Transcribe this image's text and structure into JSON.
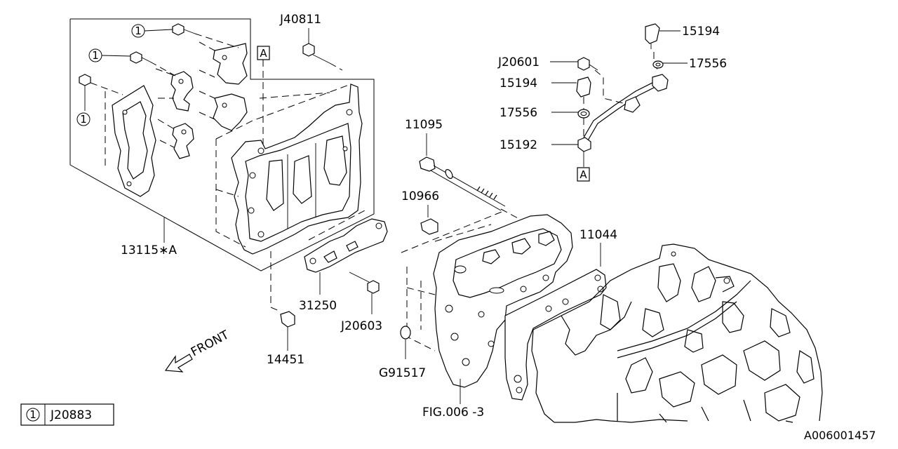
{
  "callouts": {
    "p13115": "13115∗A",
    "p31250": "31250",
    "p14451": "14451",
    "pJ40811": "J40811",
    "p11095": "11095",
    "p10966": "10966",
    "p11044": "11044",
    "pJ20603": "J20603",
    "pG91517": "G91517",
    "pFIG": "FIG.006 -3",
    "pJ20601": "J20601",
    "p15194a": "15194",
    "p17556a": "17556",
    "p15194b": "15194",
    "p17556b": "17556",
    "p15192": "15192"
  },
  "refs": {
    "a_top": "A",
    "a_right": "A",
    "circle_num": "1"
  },
  "front_label": "FRONT",
  "legend": {
    "symbol": "1",
    "part": "J20883"
  },
  "diagram_code": "A006001457"
}
